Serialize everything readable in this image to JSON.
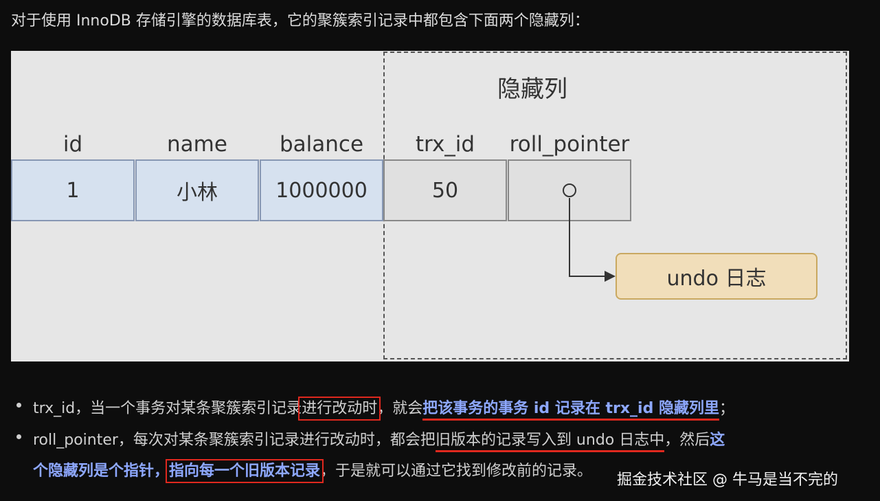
{
  "intro_text": "对于使用 InnoDB 存储引擎的数据库表，它的聚簇索引记录中都包含下面两个隐藏列：",
  "diagram": {
    "hidden_region_title": "隐藏列",
    "columns": [
      "id",
      "name",
      "balance",
      "trx_id",
      "roll_pointer"
    ],
    "row": [
      "1",
      "小林",
      "1000000",
      "50",
      ""
    ],
    "undo_label": "undo 日志"
  },
  "bullets": {
    "trx": {
      "a": "trx_id，当一个事务对某条聚簇索引记录",
      "b": "进行改动时",
      "c": "，就会",
      "d": "把该事务的事务 id 记录在 trx_id 隐藏列里",
      "e": "；"
    },
    "roll": {
      "a": "roll_pointer，每次对某条聚簇索引记录进行改动时，都会把",
      "b": "旧版本的记录写入到 undo 日志中",
      "c": "，然后",
      "d": "这",
      "e": "个隐藏列是个指针，",
      "f": "指向每一个旧版本记录",
      "g": "，于是就可以通过它找到修改前的记录。"
    }
  },
  "watermark": "掘金技术社区 @ 牛马是当不完的"
}
